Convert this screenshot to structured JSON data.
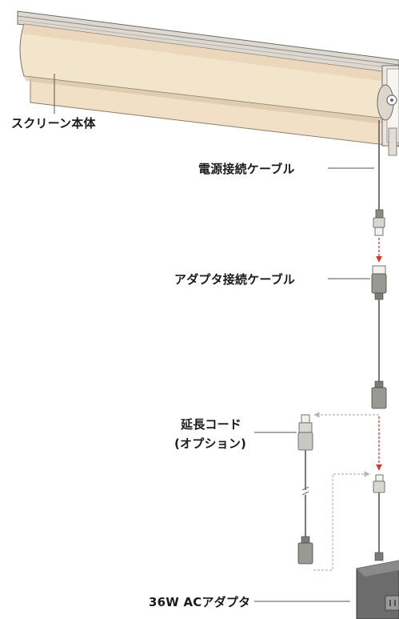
{
  "labels": {
    "screen_body": "スクリーン本体",
    "power_cable": "電源接続ケーブル",
    "adapter_cable": "アダプタ接続ケーブル",
    "extension_cord": "延長コード",
    "extension_optional": "(オプション)",
    "ac_adapter": "36W ACアダプタ"
  },
  "colors": {
    "fabric": "#f1e0c6",
    "fabric_shadow": "#e6d2b3",
    "rail": "#d8d4cc",
    "outline": "#6e6a64",
    "cable": "#7a7874",
    "adapter_body": "#6c6c6c",
    "arrow_red": "#d6332b",
    "arrow_gray": "#b5b5b5",
    "leader_line": "#555555"
  }
}
